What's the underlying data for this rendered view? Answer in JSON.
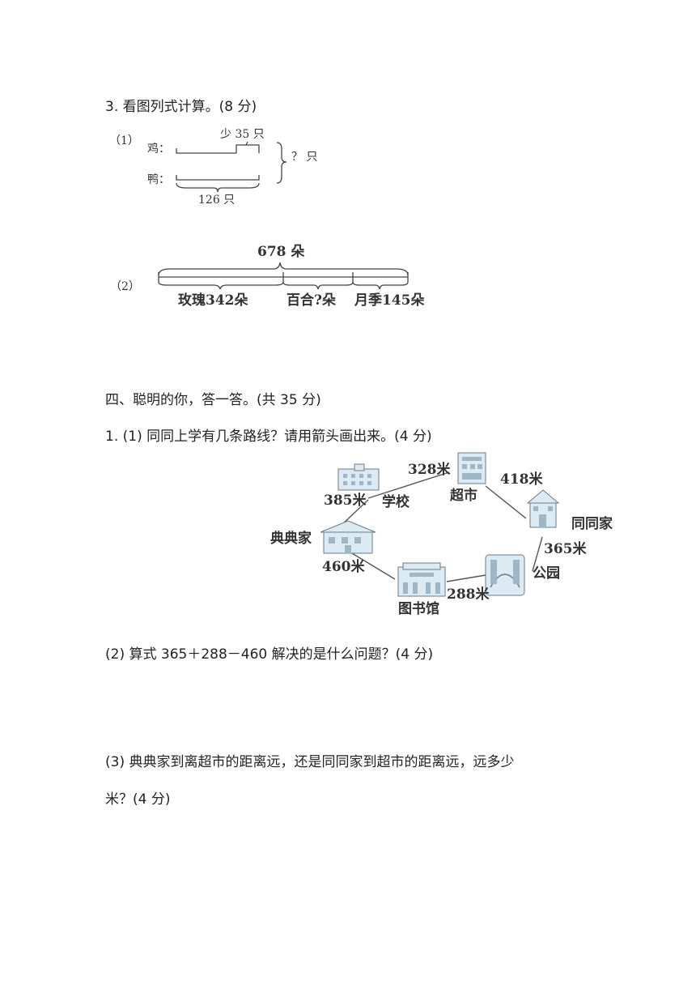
{
  "q3": {
    "title": "3. 看图列式计算。(8 分)",
    "p1": {
      "index": "（1）",
      "chicken_label": "鸡：",
      "duck_label": "鸭：",
      "diff_label": "少 35 只",
      "duck_count": "126 只",
      "total_label": "？ 只"
    },
    "p2": {
      "index": "（2）",
      "total": "678 朵",
      "rose": "玫瑰342朵",
      "lily": "百合?朵",
      "chinarose": "月季145朵"
    }
  },
  "section4": {
    "title": "四、聪明的你，答一答。(共 35 分)",
    "q1_1": "1.    (1)  同同上学有几条路线？请用箭头画出来。(4 分)",
    "map": {
      "school": "学校",
      "supermarket": "超市",
      "tongtong_home": "同同家",
      "diandian_home": "典典家",
      "library": "图书馆",
      "park": "公园",
      "d_school_market": "328米",
      "d_market_tong": "418米",
      "d_dian_school": "385米",
      "d_tong_park": "365米",
      "d_dian_library": "460米",
      "d_library_park": "288米"
    },
    "q1_2": "(2)  算式 365＋288－460  解决的是什么问题？(4 分)",
    "q1_3_line1": "(3)  典典家到离超市的距离远，还是同同家到超市的距离远，远多少",
    "q1_3_line2": "米？(4 分)"
  }
}
